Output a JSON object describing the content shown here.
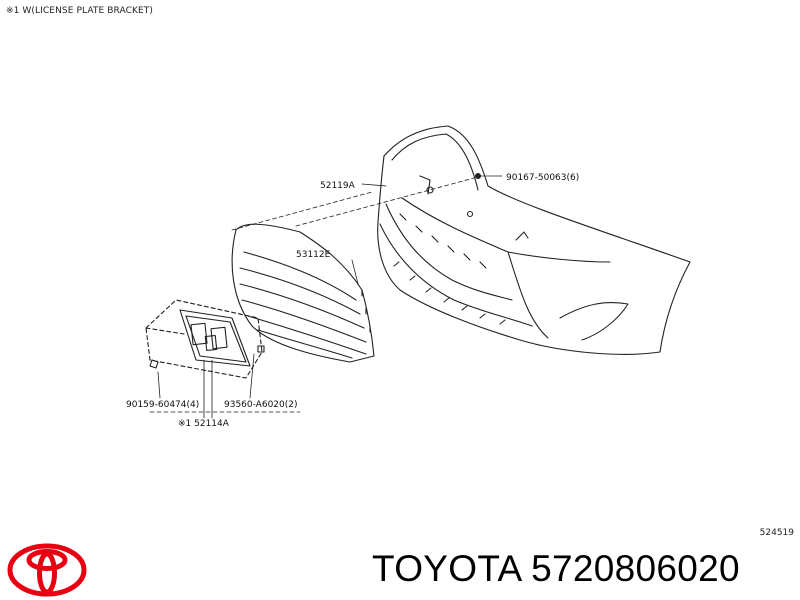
{
  "header": {
    "note": "※1 W(LICENSE PLATE BRACKET)"
  },
  "parts": [
    {
      "id": "52119A"
    },
    {
      "id": "90167-50063(6)"
    },
    {
      "id": "53112E"
    },
    {
      "id": "90159-60474(4)"
    },
    {
      "id": "93560-A6020(2)"
    },
    {
      "id": "※1 52114A"
    }
  ],
  "diagram_id": "524519",
  "footer": {
    "brand": "TOYOTA",
    "part_number": "5720806020",
    "logo_color": "#e60012"
  }
}
